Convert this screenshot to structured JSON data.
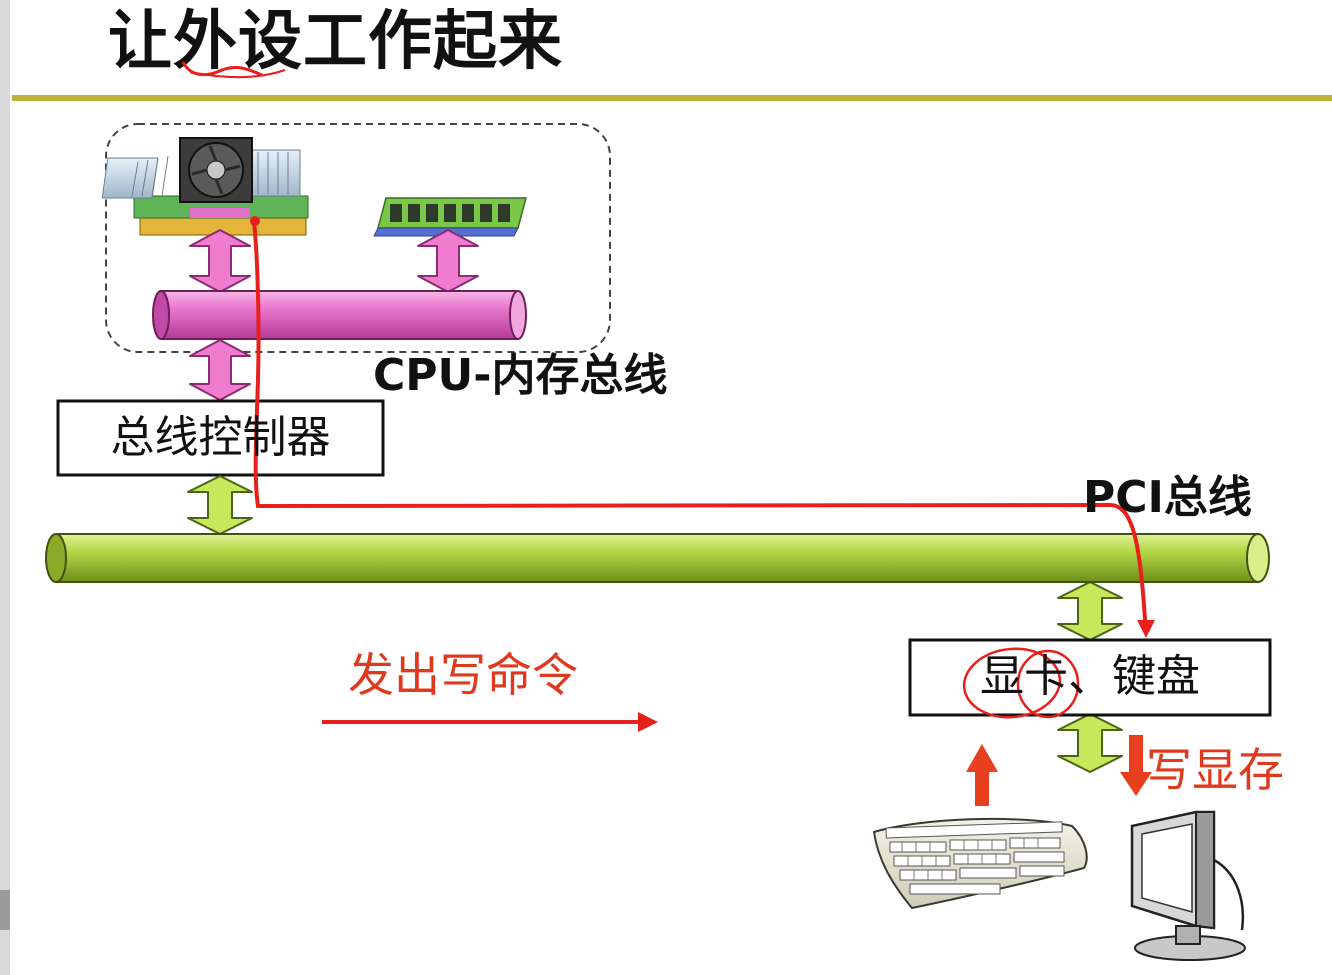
{
  "slide": {
    "title": "让外设工作起来",
    "cpu_memory_bus_label": "CPU-内存总线",
    "bus_controller_label": "总线控制器",
    "pci_bus_label": "PCI总线",
    "devices_label": "显卡、键盘",
    "write_command_label": "发出写命令",
    "write_vram_label": "写显存"
  },
  "colors": {
    "title_rule": "#b8b43c",
    "cpu_memory_bus": "#e06ac4",
    "pci_bus": "#a7cf38",
    "connector_pink": "#f07cd0",
    "connector_green": "#c6e85a",
    "annotation_red": "#e8201b",
    "arrow_orange": "#e8401e"
  },
  "icons": [
    "cpu-icon",
    "memory-module-icon",
    "keyboard-icon",
    "monitor-icon"
  ]
}
